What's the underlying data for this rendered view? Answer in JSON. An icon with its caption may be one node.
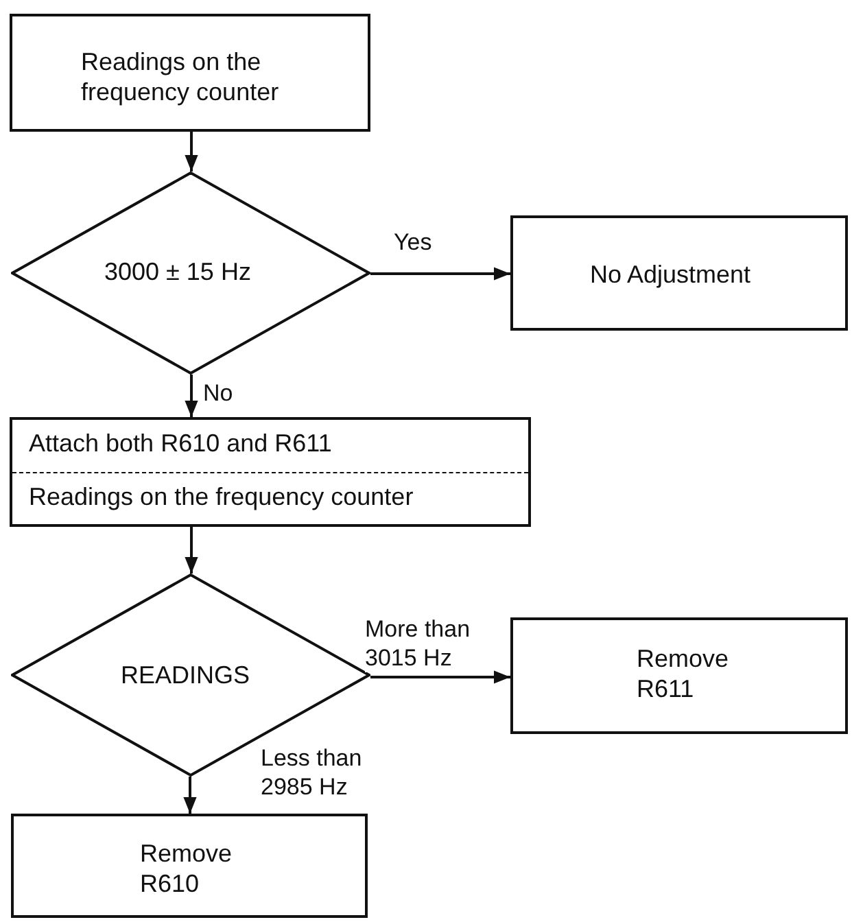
{
  "diagram": {
    "nodes": [
      {
        "text": [
          "Readings on the frequency counter"
        ]
      },
      {
        "text": [
          "3000 ± 15 Hz"
        ]
      },
      {
        "text": [
          "No Adjustment"
        ]
      },
      {
        "text": [
          "Attach both R610 and R611",
          "Readings on the frequency counter"
        ]
      },
      {
        "text": [
          "READINGS"
        ]
      },
      {
        "text": [
          "Remove R611"
        ]
      },
      {
        "text": [
          "Remove R610"
        ]
      }
    ],
    "edges": [
      {
        "from": 0,
        "to": 1,
        "arrow": "to"
      },
      {
        "from": 1,
        "to": 2,
        "arrow": "to",
        "label": "Yes"
      },
      {
        "from": 1,
        "to": 3,
        "arrow": "to",
        "label": "No"
      },
      {
        "from": 3,
        "to": 4,
        "arrow": "to"
      },
      {
        "from": 4,
        "to": 5,
        "arrow": "to",
        "label": "More than 3015 Hz"
      },
      {
        "from": 4,
        "to": 6,
        "arrow": "to",
        "label": "Less than 2985 Hz"
      }
    ]
  }
}
